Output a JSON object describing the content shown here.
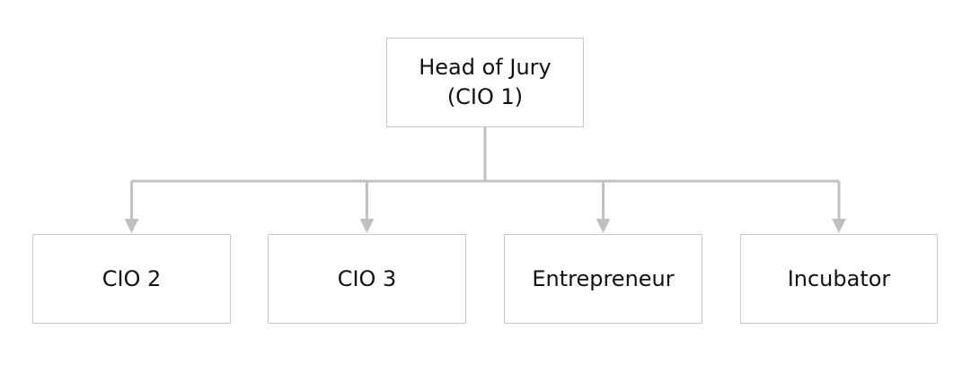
{
  "diagram": {
    "root": {
      "line1": "Head of Jury",
      "line2": "(CIO 1)"
    },
    "children": [
      {
        "label": "CIO 2"
      },
      {
        "label": "CIO 3"
      },
      {
        "label": "Entrepreneur"
      },
      {
        "label": "Incubator"
      }
    ],
    "colors": {
      "connector": "#c0c0c0",
      "box_border": "#c8c8c8",
      "text": "#111111"
    }
  }
}
